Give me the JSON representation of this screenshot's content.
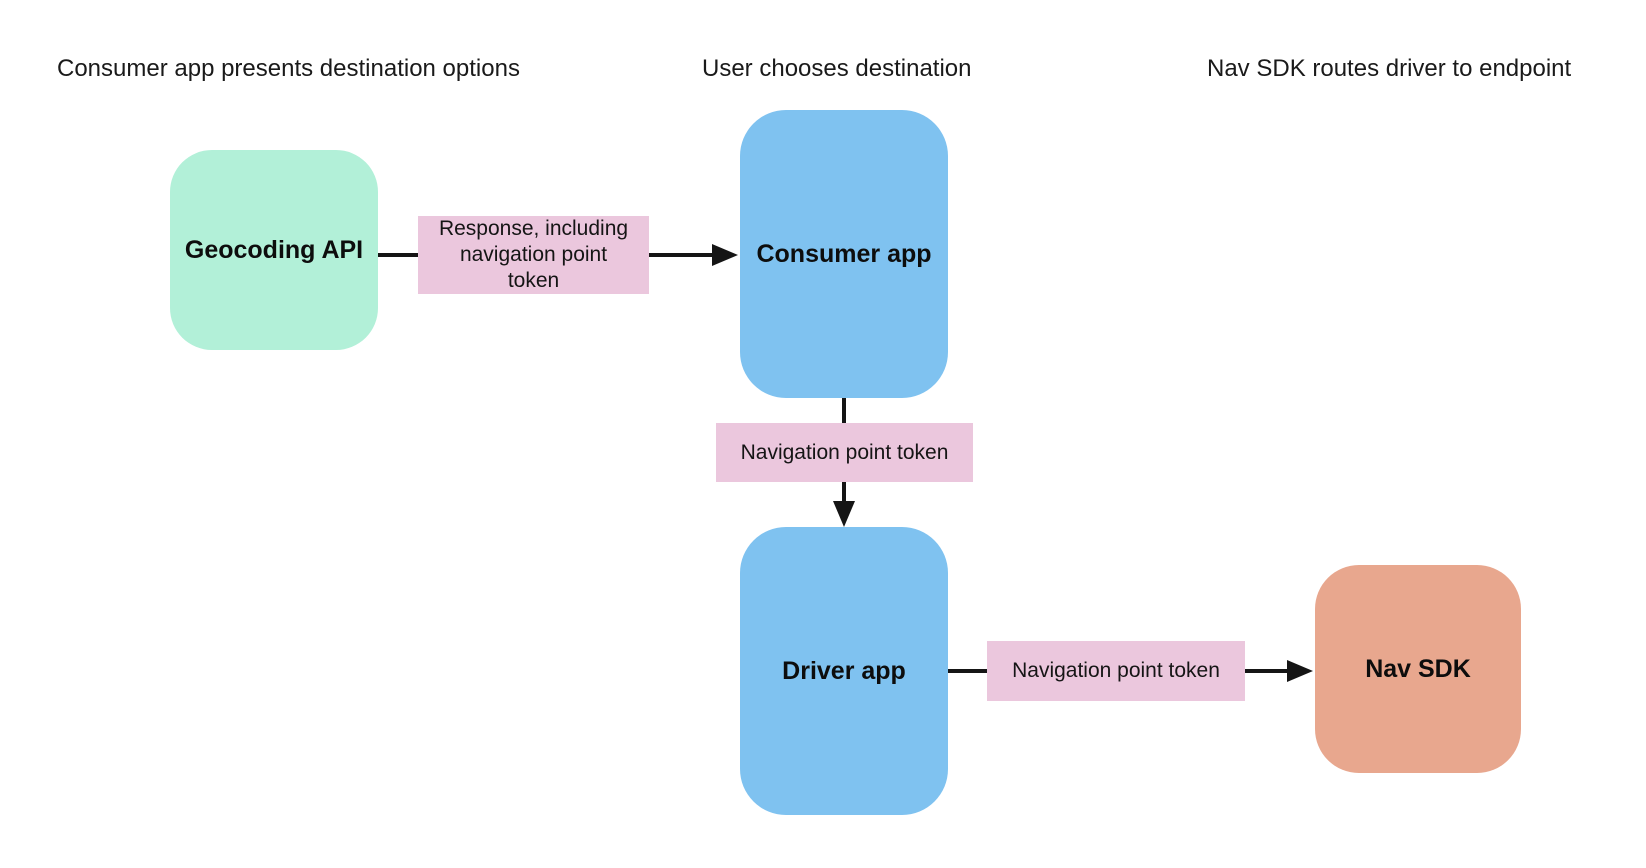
{
  "headers": [
    {
      "label": "Consumer app presents destination options"
    },
    {
      "label": "User chooses destination"
    },
    {
      "label": "Nav SDK routes driver to endpoint"
    }
  ],
  "nodes": [
    {
      "id": "geocoding-api",
      "label": "Geocoding API",
      "color": "#b2f0d8"
    },
    {
      "id": "consumer-app",
      "label": "Consumer app",
      "color": "#7fc2f0"
    },
    {
      "id": "driver-app",
      "label": "Driver app",
      "color": "#7fc2f0"
    },
    {
      "id": "nav-sdk",
      "label": "Nav SDK",
      "color": "#e8a78e"
    }
  ],
  "edges": [
    {
      "id": "geocoding-to-consumer",
      "from": "geocoding-api",
      "to": "consumer-app",
      "direction": "right",
      "label": "Response, including\nnavigation point\ntoken",
      "label_color": "#ebc7dd"
    },
    {
      "id": "consumer-to-driver",
      "from": "consumer-app",
      "to": "driver-app",
      "direction": "down",
      "label": "Navigation point token",
      "label_color": "#ebc7dd"
    },
    {
      "id": "driver-to-navsdk",
      "from": "driver-app",
      "to": "nav-sdk",
      "direction": "right",
      "label": "Navigation point token",
      "label_color": "#ebc7dd"
    }
  ],
  "palette": {
    "arrow": "#151515",
    "text": "#111111",
    "background": "#ffffff"
  }
}
